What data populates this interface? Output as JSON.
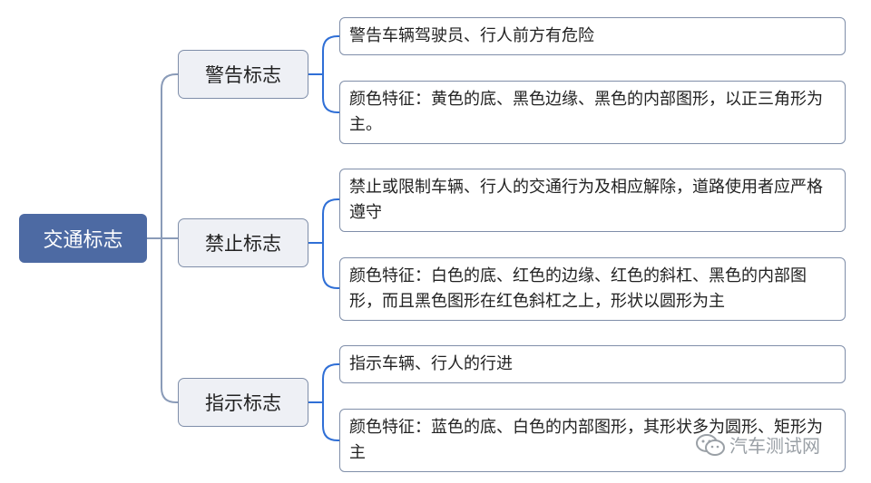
{
  "root": {
    "label": "交通标志"
  },
  "branches": [
    {
      "label": "警告标志",
      "items": [
        "警告车辆驾驶员、行人前方有危险",
        "颜色特征：黄色的底、黑色边缘、黑色的内部图形，以正三角形为主。"
      ]
    },
    {
      "label": "禁止标志",
      "items": [
        "禁止或限制车辆、行人的交通行为及相应解除，道路使用者应严格遵守",
        "颜色特征：白色的底、红色的边缘、红色的斜杠、黑色的内部图形，而且黑色图形在红色斜杠之上，形状以圆形为主"
      ]
    },
    {
      "label": "指示标志",
      "items": [
        "指示车辆、行人的行进",
        "颜色特征：蓝色的底、白色的内部图形，其形状多为圆形、矩形为主"
      ]
    }
  ],
  "watermark": {
    "text": "汽车测试网",
    "icon": "wechat-icon"
  },
  "colors": {
    "root_fill": "#4d6aa3",
    "branch_fill": "#eef0f5",
    "node_border": "#7f8ea9",
    "connector_root": "#8a9bb8",
    "connector_branch": "#2f6fd6"
  }
}
